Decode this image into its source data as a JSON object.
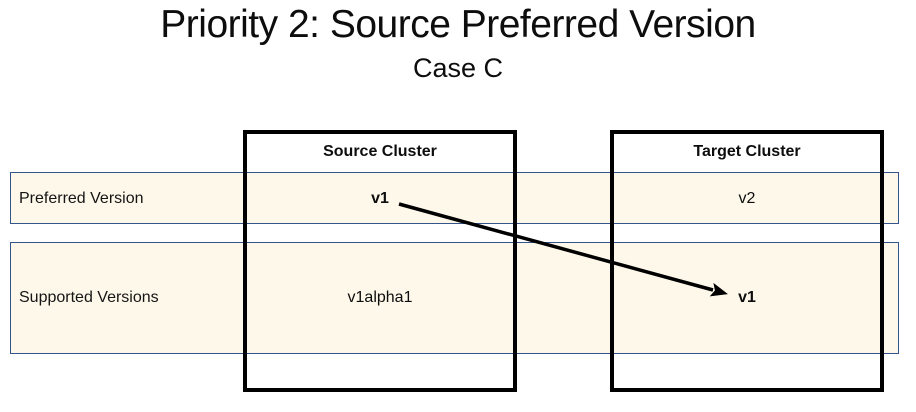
{
  "slide": {
    "title": "Priority 2: Source Preferred Version",
    "subtitle": "Case C"
  },
  "rows": [
    {
      "label": "Preferred Version"
    },
    {
      "label": "Supported Versions"
    }
  ],
  "clusters": [
    {
      "name": "Source Cluster",
      "preferred": "v1",
      "supported": "v1alpha1"
    },
    {
      "name": "Target Cluster",
      "preferred": "v2",
      "supported": "v1"
    }
  ],
  "arrow": {
    "from": "source-cluster preferred v1",
    "to": "target-cluster supported v1"
  },
  "colors": {
    "band_fill": "#fdf8ea",
    "band_border": "#34548c",
    "box_border": "#000000",
    "arrow": "#000000",
    "background": "#ffffff"
  }
}
